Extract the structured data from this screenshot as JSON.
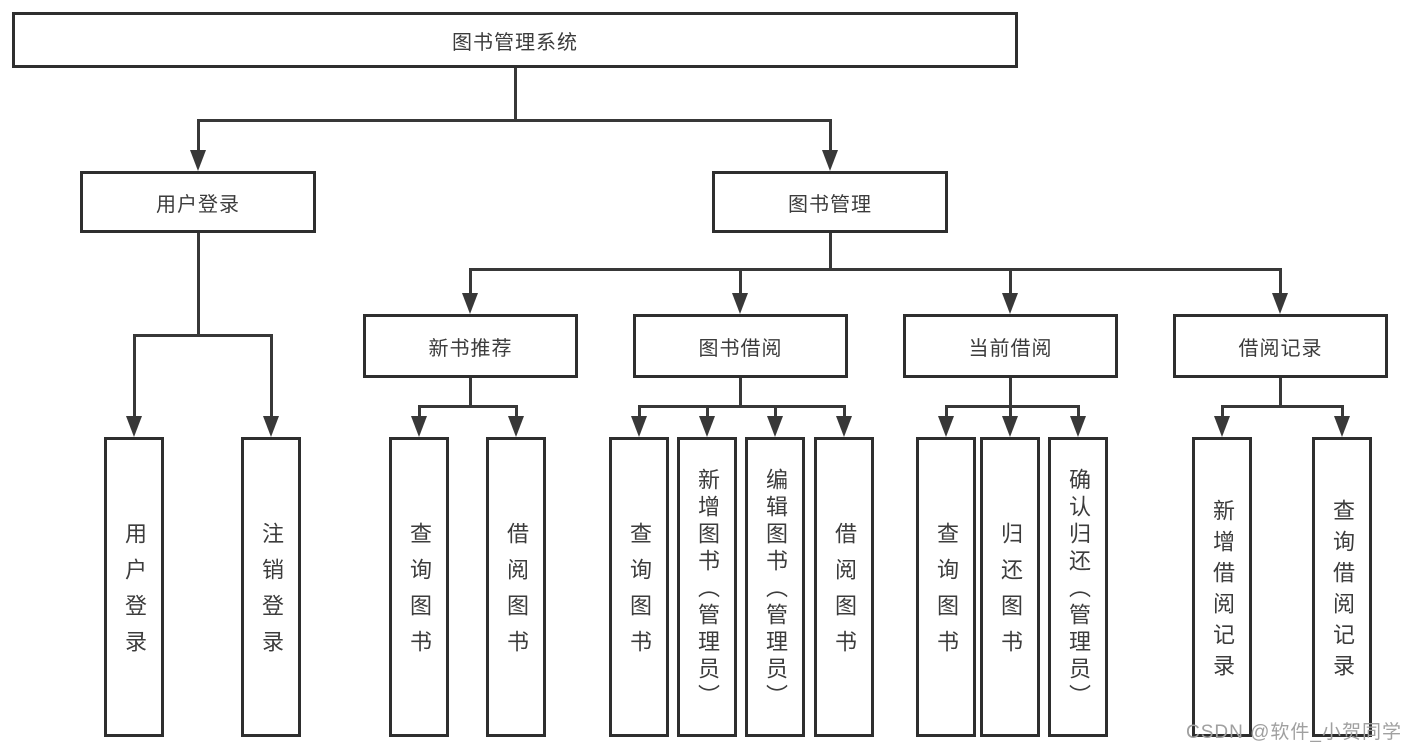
{
  "diagram": {
    "tree": {
      "label": "图书管理系统",
      "children": [
        {
          "label": "用户登录",
          "children": [
            {
              "label": "用户登录"
            },
            {
              "label": "注销登录"
            }
          ]
        },
        {
          "label": "图书管理",
          "children": [
            {
              "label": "新书推荐",
              "children": [
                {
                  "label": "查询图书"
                },
                {
                  "label": "借阅图书"
                }
              ]
            },
            {
              "label": "图书借阅",
              "children": [
                {
                  "label": "查询图书"
                },
                {
                  "label": "新增图书（管理员）"
                },
                {
                  "label": "编辑图书（管理员）"
                },
                {
                  "label": "借阅图书"
                }
              ]
            },
            {
              "label": "当前借阅",
              "children": [
                {
                  "label": "查询图书"
                },
                {
                  "label": "归还图书"
                },
                {
                  "label": "确认归还（管理员）"
                }
              ]
            },
            {
              "label": "借阅记录",
              "children": [
                {
                  "label": "新增借阅记录"
                },
                {
                  "label": "查询借阅记录"
                }
              ]
            }
          ]
        }
      ]
    },
    "colors": {
      "line": "#383838",
      "box_border": "#2e2e2e",
      "text": "#3c3c3c",
      "watermark": "#a0a0a0",
      "background": "#ffffff"
    }
  },
  "watermark": {
    "text": "CSDN @软件_小贺同学"
  }
}
